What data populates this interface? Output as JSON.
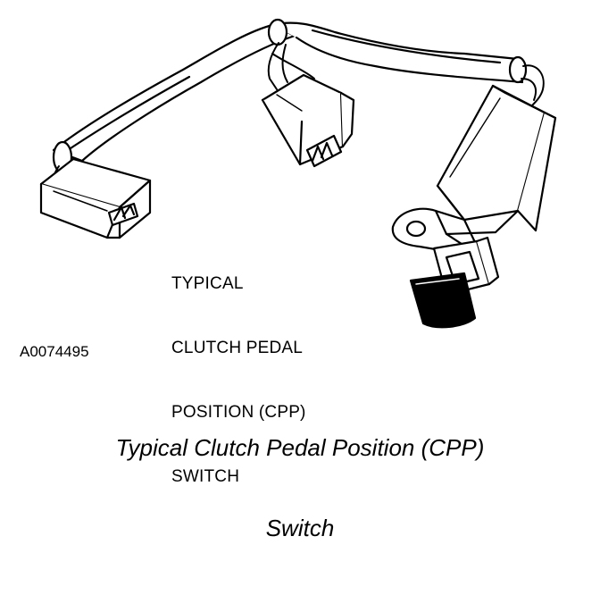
{
  "diagram": {
    "label_lines": [
      "TYPICAL",
      "CLUTCH PEDAL",
      "POSITION (CPP)",
      "SWITCH"
    ],
    "figure_id": "A0074495"
  },
  "caption": {
    "line1": "Typical Clutch Pedal Position (CPP)",
    "line2": "Switch"
  },
  "colors": {
    "ink": "#000000",
    "paper": "#ffffff"
  }
}
